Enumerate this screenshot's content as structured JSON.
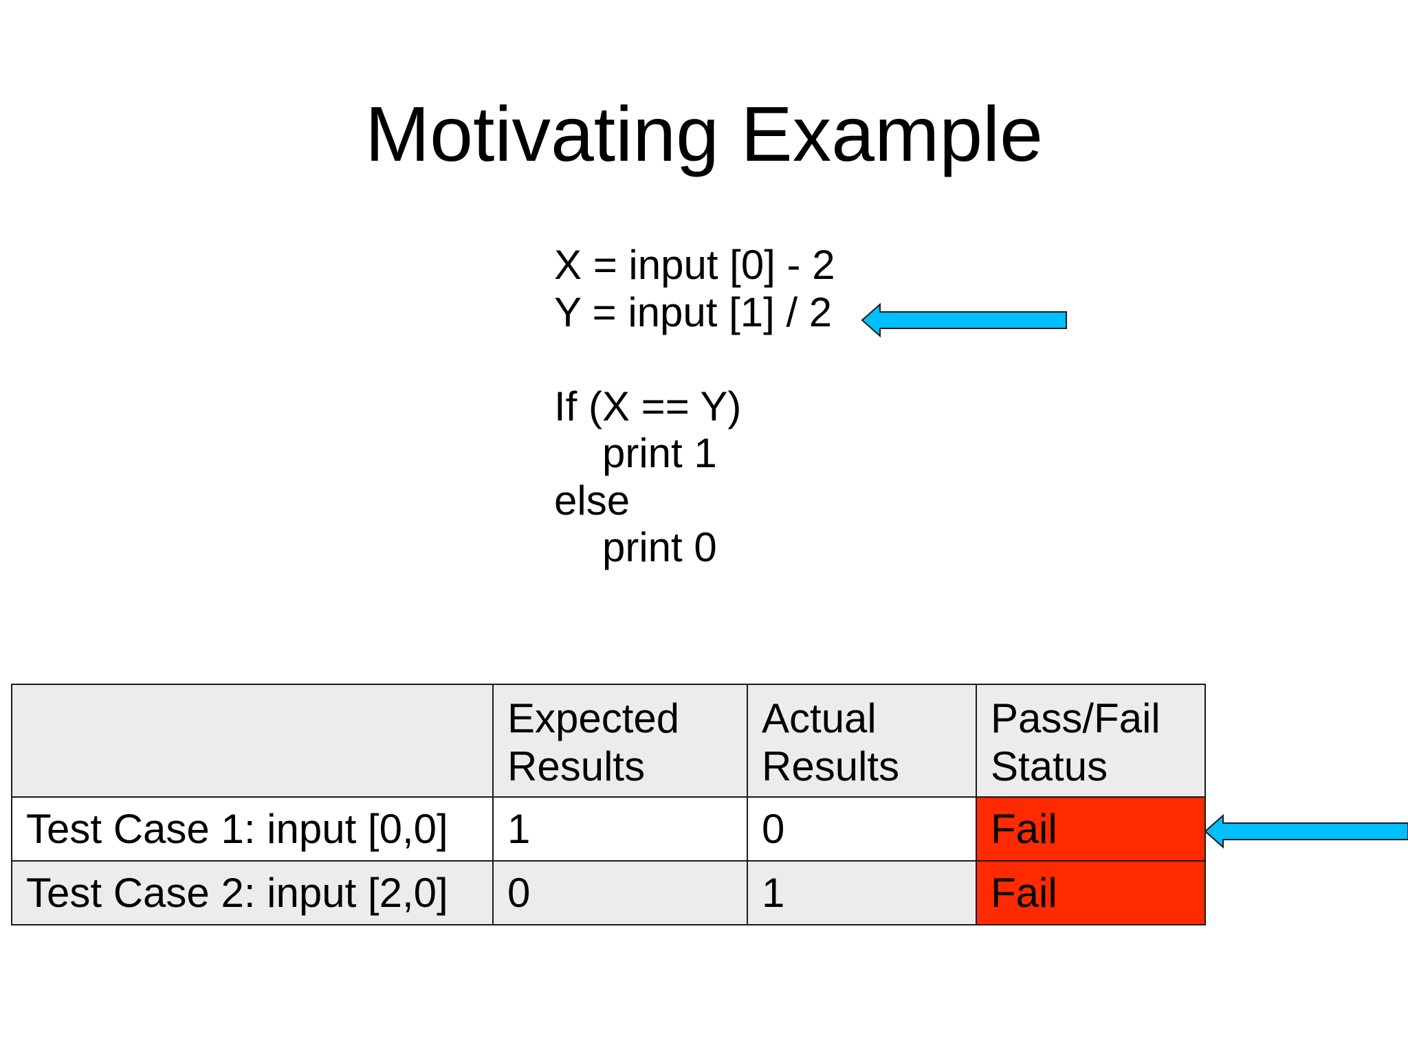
{
  "slide": {
    "title": "Motivating Example"
  },
  "code": {
    "line1": "X = input [0] - 2",
    "line2": "Y = input [1] / 2",
    "line3": "If (X == Y)",
    "line4": "print 1",
    "line5": "else",
    "line6": "print 0"
  },
  "table": {
    "headers": {
      "label": "",
      "expected": "Expected\nResults",
      "actual": "Actual\nResults",
      "status": "Pass/Fail\nStatus"
    },
    "rows": [
      {
        "label": "Test Case 1: input [0,0]",
        "expected": "1",
        "actual": "0",
        "status": "Fail"
      },
      {
        "label": "Test Case 2: input [2,0]",
        "expected": "0",
        "actual": "1",
        "status": "Fail"
      }
    ]
  },
  "colors": {
    "arrow_fill": "#00bfff",
    "fail_fill": "#ff2a00",
    "header_fill": "#ececec"
  },
  "icons": {
    "arrow_code": "left-arrow-icon",
    "arrow_table": "left-arrow-icon"
  }
}
